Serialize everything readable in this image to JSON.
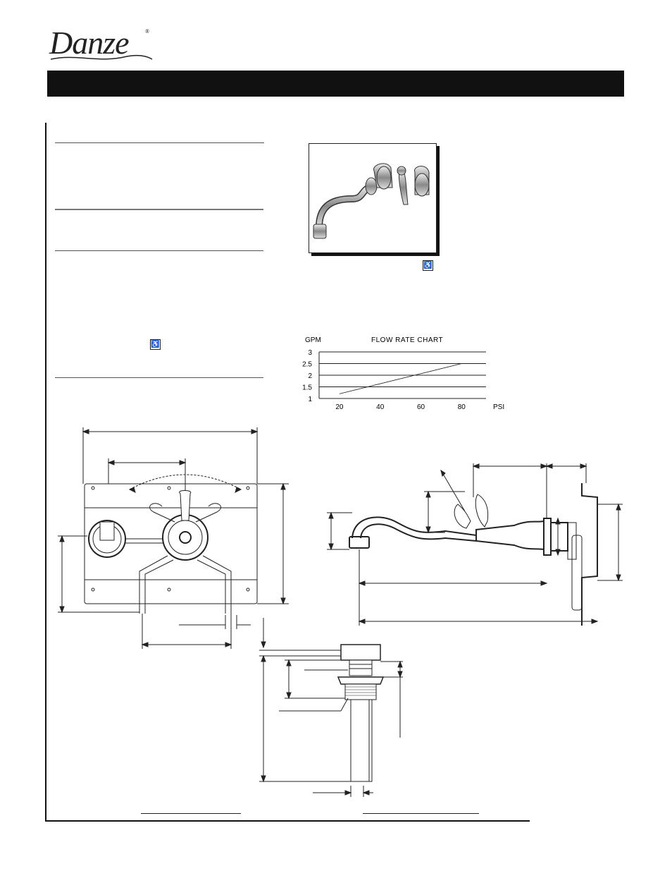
{
  "brand": {
    "name": "Danze",
    "registered": "®"
  },
  "icons": {
    "accessibility": "wheelchair-icon"
  },
  "chart_data": {
    "type": "line",
    "title": "FLOW RATE CHART",
    "ylabel": "GPM",
    "xlabel": "PSI",
    "x_ticks": [
      20,
      40,
      60,
      80
    ],
    "y_ticks": [
      "1",
      "1.5",
      "2",
      "2.5",
      "3"
    ],
    "y_gridlines": [
      1.5,
      2,
      2.5,
      3
    ],
    "xlim": [
      10,
      92
    ],
    "ylim": [
      1,
      3
    ],
    "grid": true,
    "series": [
      {
        "x": [
          20,
          80
        ],
        "y": [
          1.2,
          2.5
        ]
      }
    ]
  }
}
